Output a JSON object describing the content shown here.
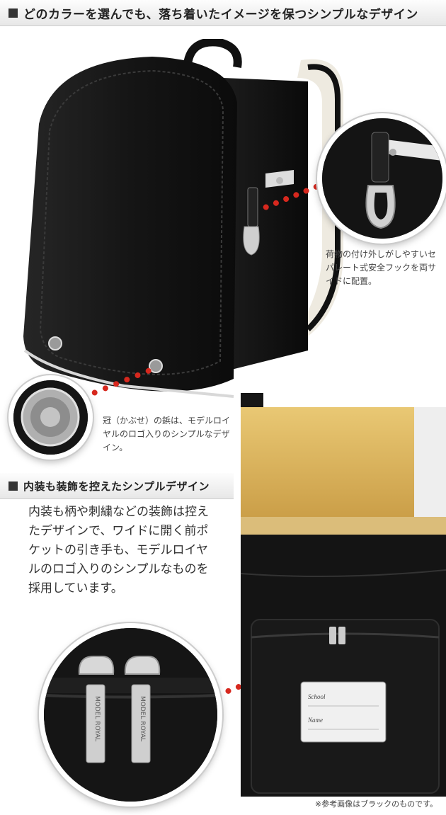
{
  "header1": {
    "title": "どのカラーを選んでも、落ち着いたイメージを保つシンプルなデザイン"
  },
  "captions": {
    "hook_caption": "荷物の付け外しがしやすいセパレート式安全フックを両サイドに配置。",
    "crest_caption": "冠（かぶせ）の鋲は、モデルロイヤルのロゴ入りのシンプルなデザイン。"
  },
  "header2": {
    "title": "内装も装飾を控えたシンプルデザイン"
  },
  "body_text": "内装も柄や刺繍などの装飾は控えたデザインで、ワイドに開く前ポケットの引き手も、モデルロイヤルのロゴ入りのシンプルなものを採用しています。",
  "name_card": {
    "school": "School",
    "name": "Name"
  },
  "zipper_text": "MODEL ROYAL",
  "note": "※参考画像はブラックのものです。",
  "colors": {
    "dots": "#d7281e",
    "bag": "#141414",
    "interior": "#d9b05d"
  }
}
